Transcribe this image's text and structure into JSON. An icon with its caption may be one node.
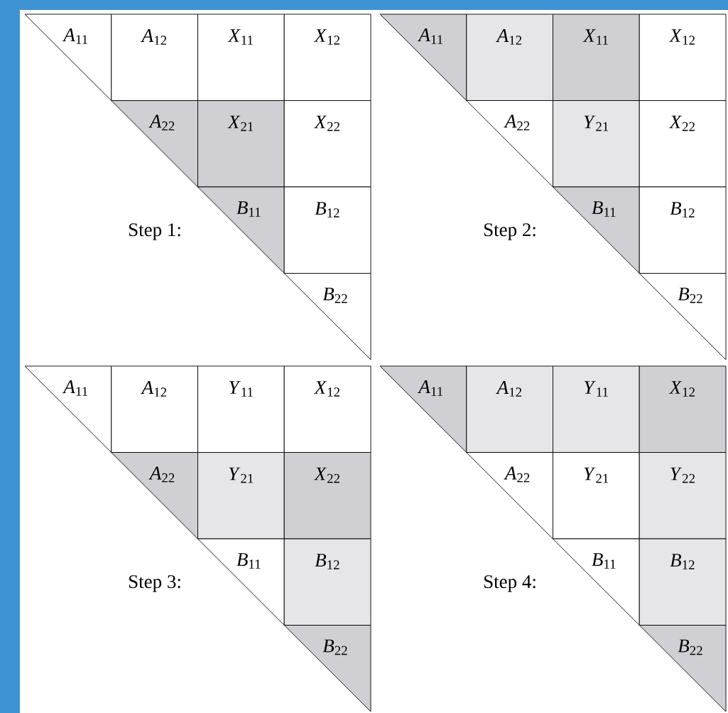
{
  "diagram": {
    "nodes": [
      {
        "text": [
          "*A*$_{11}$"
        ]
      },
      {
        "text": [
          "*A*$_{12}$"
        ]
      },
      {
        "text": [
          "*X*$_{11}$"
        ]
      },
      {
        "text": [
          "*X*$_{12}$"
        ]
      },
      {
        "text": [
          "*A*$_{22}$"
        ]
      },
      {
        "text": [
          "*X*$_{21}$"
        ]
      },
      {
        "text": [
          "*X*$_{22}$"
        ]
      },
      {
        "text": [
          "*B*$_{11}$"
        ]
      },
      {
        "text": [
          "*B*$_{12}$"
        ]
      },
      {
        "text": [
          "*B*$_{22}$"
        ]
      },
      {
        "text": [
          "*A*$_{11}$"
        ]
      },
      {
        "text": [
          "*A*$_{12}$"
        ]
      },
      {
        "text": [
          "*X*$_{11}$"
        ]
      },
      {
        "text": [
          "*X*$_{12}$"
        ]
      },
      {
        "text": [
          "*A*$_{22}$"
        ]
      },
      {
        "text": [
          "*Y*$_{21}$"
        ]
      },
      {
        "text": [
          "*X*$_{22}$"
        ]
      },
      {
        "text": [
          "*B*$_{11}$"
        ]
      },
      {
        "text": [
          "*B*$_{12}$"
        ]
      },
      {
        "text": [
          "*B*$_{22}$"
        ]
      },
      {
        "text": [
          "*A*$_{11}$"
        ]
      },
      {
        "text": [
          "*A*$_{12}$"
        ]
      },
      {
        "text": [
          "*Y*$_{11}$"
        ]
      },
      {
        "text": [
          "*X*$_{12}$"
        ]
      },
      {
        "text": [
          "*A*$_{22}$"
        ]
      },
      {
        "text": [
          "*Y*$_{21}$"
        ]
      },
      {
        "text": [
          "*X*$_{22}$"
        ]
      },
      {
        "text": [
          "*B*$_{11}$"
        ]
      },
      {
        "text": [
          "*B*$_{12}$"
        ]
      },
      {
        "text": [
          "*B*$_{22}$"
        ]
      },
      {
        "text": [
          "*A*$_{11}$"
        ]
      },
      {
        "text": [
          "*A*$_{12}$"
        ]
      },
      {
        "text": [
          "*Y*$_{11}$"
        ]
      },
      {
        "text": [
          "*X*$_{12}$"
        ]
      },
      {
        "text": [
          "*A*$_{22}$"
        ]
      },
      {
        "text": [
          "*Y*$_{21}$"
        ]
      },
      {
        "text": [
          "*Y*$_{22}$"
        ]
      },
      {
        "text": [
          "*B*$_{11}$"
        ]
      },
      {
        "text": [
          "*B*$_{12}$"
        ]
      },
      {
        "text": [
          "*B*$_{22}$"
        ]
      }
    ],
    "labels": [
      "Step 1:",
      "Step 2:",
      "Step 3:",
      "Step 4:"
    ]
  }
}
